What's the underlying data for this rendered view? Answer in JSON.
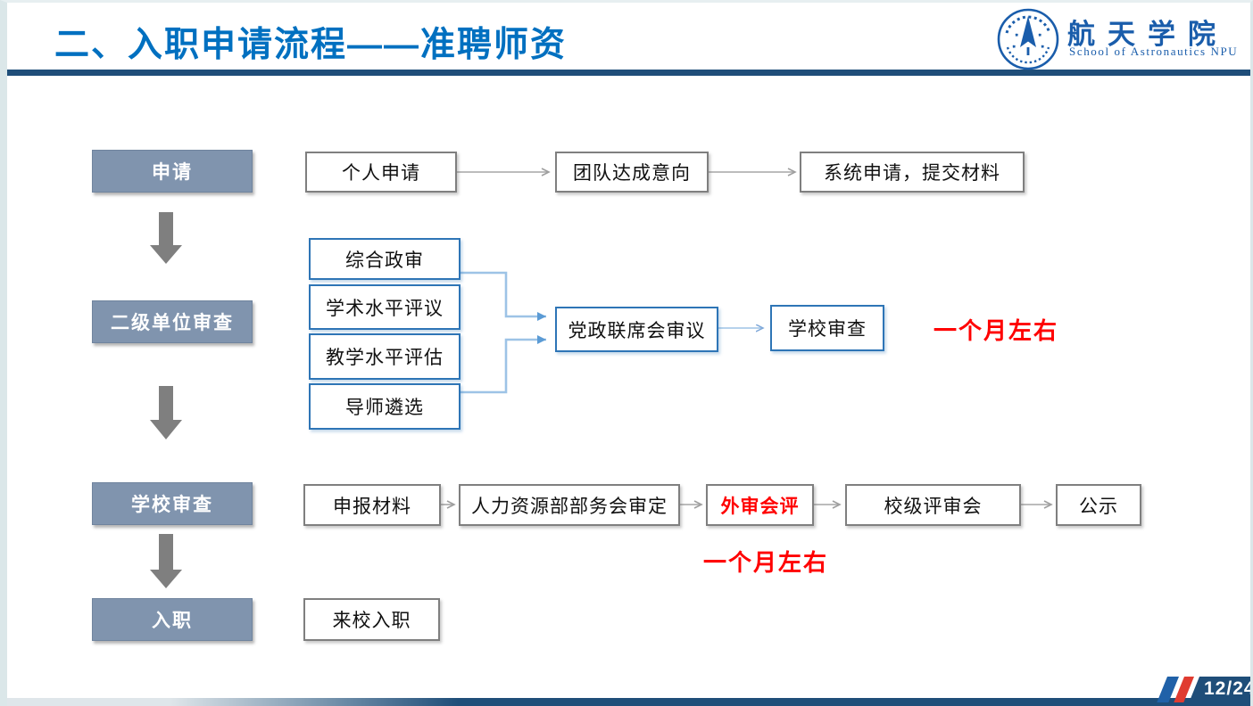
{
  "slide": {
    "title": "二、入职申请流程——准聘师资",
    "page_number": "12/24",
    "logo": {
      "name_cn": "航天学院",
      "name_en": "School of Astronautics NPU"
    }
  },
  "stages": [
    {
      "label": "申请"
    },
    {
      "label": "二级单位审查"
    },
    {
      "label": "学校审查"
    },
    {
      "label": "入职"
    }
  ],
  "apply_row": [
    "个人申请",
    "团队达成意向",
    "系统申请，提交材料"
  ],
  "unit_review": {
    "checks": [
      "综合政审",
      "学术水平评议",
      "教学水平评估",
      "导师遴选"
    ],
    "joint_meeting": "党政联席会审议",
    "school_check": "学校审查",
    "duration_note": "一个月左右"
  },
  "school_review": {
    "steps": [
      "申报材料",
      "人力资源部部务会审定",
      "外审会评",
      "校级评审会",
      "公示"
    ],
    "duration_note": "一个月左右"
  },
  "onboard": {
    "step": "来校入职"
  },
  "colors": {
    "title_blue": "#0070C0",
    "divider_navy": "#1F4E79",
    "stage_fill": "#8094AE",
    "blue_box_border": "#2E75B6",
    "connector_light_blue": "#9DC3E6",
    "connector_arrowhead_blue": "#5B9BD5",
    "gray_box_border": "#7F7F7F",
    "arrow_gray": "#A6A6A6",
    "block_arrow_gray": "#7F7F7F",
    "highlight_red": "#FF0000",
    "footer_navy": "#1F4E79",
    "slash_red": "#E03C31",
    "slash_blue": "#2061A8",
    "logo_blue": "#1A5DAB"
  }
}
